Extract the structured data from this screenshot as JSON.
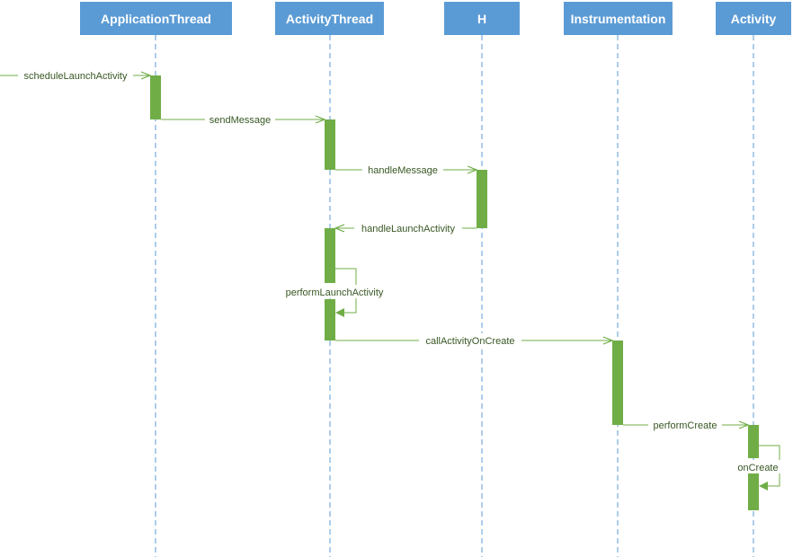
{
  "colors": {
    "participant_fill": "#5b9bd5",
    "participant_text": "#ffffff",
    "lifeline": "#5b9bd5",
    "activation": "#70ad47",
    "message": "#70ad47",
    "label_text": "#385723"
  },
  "participants": [
    {
      "id": "application-thread",
      "label": "ApplicationThread"
    },
    {
      "id": "activity-thread",
      "label": "ActivityThread"
    },
    {
      "id": "h",
      "label": "H"
    },
    {
      "id": "instrumentation",
      "label": "Instrumentation"
    },
    {
      "id": "activity",
      "label": "Activity"
    }
  ],
  "messages": [
    {
      "id": "schedule-launch-activity",
      "label": "scheduleLaunchActivity",
      "from": "external",
      "to": "application-thread"
    },
    {
      "id": "send-message",
      "label": "sendMessage",
      "from": "application-thread",
      "to": "activity-thread"
    },
    {
      "id": "handle-message",
      "label": "handleMessage",
      "from": "activity-thread",
      "to": "h"
    },
    {
      "id": "handle-launch-activity",
      "label": "handleLaunchActivity",
      "from": "h",
      "to": "activity-thread"
    },
    {
      "id": "perform-launch-activity",
      "label": "performLaunchActivity",
      "from": "activity-thread",
      "to": "activity-thread"
    },
    {
      "id": "call-activity-on-create",
      "label": "callActivityOnCreate",
      "from": "activity-thread",
      "to": "instrumentation"
    },
    {
      "id": "perform-create",
      "label": "performCreate",
      "from": "instrumentation",
      "to": "activity"
    },
    {
      "id": "on-create",
      "label": "onCreate",
      "from": "activity",
      "to": "activity"
    }
  ]
}
